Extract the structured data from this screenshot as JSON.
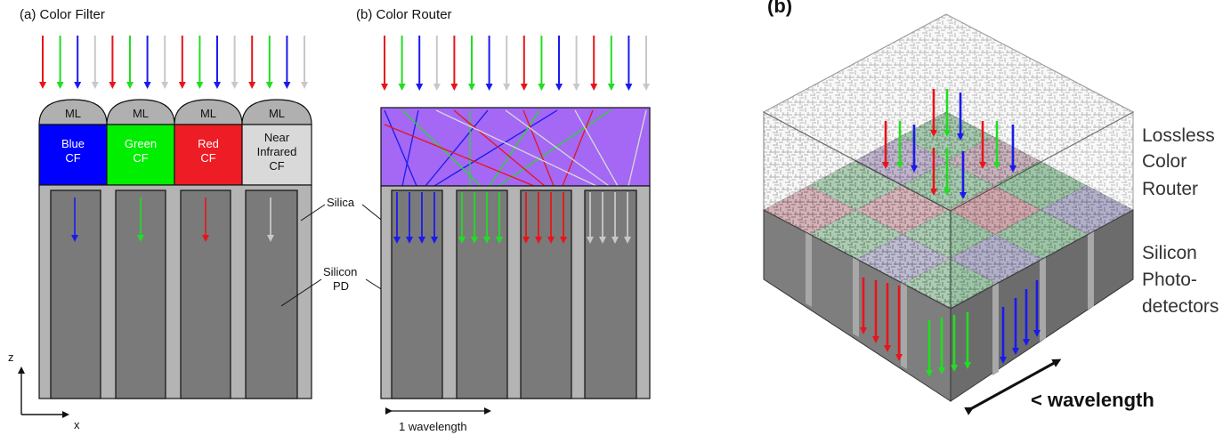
{
  "panel_a": {
    "title": "(a) Color Filter",
    "microlens_label": "ML",
    "filters": [
      {
        "name": "blue",
        "line1": "Blue",
        "line2": "CF",
        "line3": "",
        "color": "#0000ff"
      },
      {
        "name": "green",
        "line1": "Green",
        "line2": "CF",
        "line3": "",
        "color": "#00ee00"
      },
      {
        "name": "red",
        "line1": "Red",
        "line2": "CF",
        "line3": "",
        "color": "#ee1c24"
      },
      {
        "name": "nir",
        "line1": "Near",
        "line2": "Infrared",
        "line3": "CF",
        "color": "#d9d9d9"
      }
    ],
    "silica_label": "Silica",
    "pd_label_1": "Silicon",
    "pd_label_2": "PD",
    "axis_z": "z",
    "axis_x": "x"
  },
  "panel_b": {
    "title": "(b) Color Router",
    "width_label": "1 wavelength"
  },
  "panel_3d": {
    "title": "(b)",
    "router_label_1": "Lossless",
    "router_label_2": "Color",
    "router_label_3": "Router",
    "pd_label_1": "Silicon",
    "pd_label_2": "Photo-",
    "pd_label_3": "detectors",
    "scale_label": "< wavelength"
  },
  "colors": {
    "red": "#e8141c",
    "green": "#22dd22",
    "blue": "#1a1aee",
    "white": "#c8c8c8",
    "router": "#a468f5",
    "silicon": "#7a7a7a",
    "silica": "#b4b4b4"
  }
}
